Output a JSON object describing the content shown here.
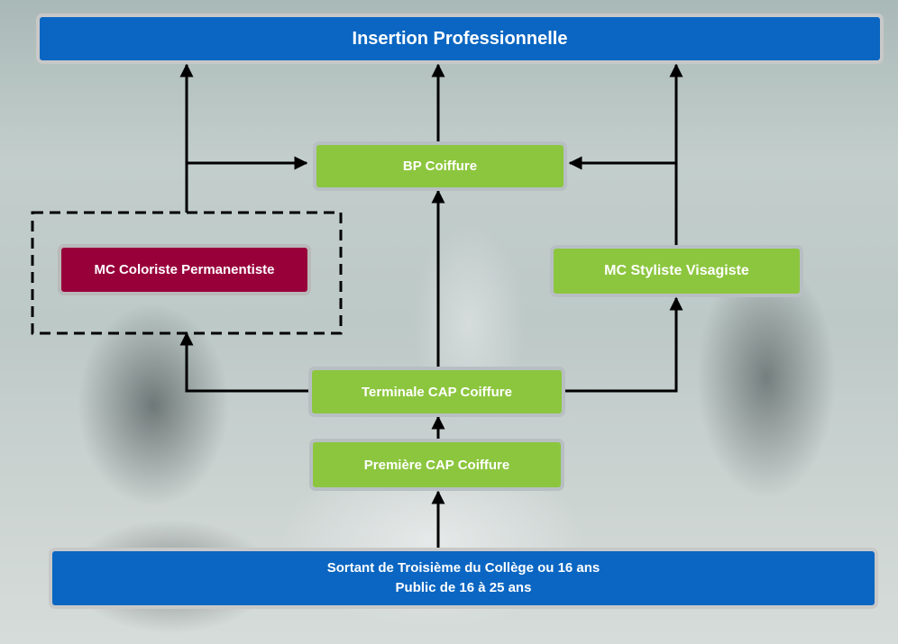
{
  "nodes": {
    "insertion": "Insertion Professionnelle",
    "bp_coiffure": "BP Coiffure",
    "mc_coloriste": "MC Coloriste Permanentiste",
    "mc_styliste": "MC Styliste Visagiste",
    "terminale_cap": "Terminale CAP Coiffure",
    "premiere_cap": "Première CAP Coiffure",
    "entry_line1": "Sortant de Troisième du Collège ou 16 ans",
    "entry_line2": "Public de 16 à 25 ans"
  },
  "edges": [
    {
      "from": "entry",
      "to": "premiere_cap"
    },
    {
      "from": "premiere_cap",
      "to": "terminale_cap"
    },
    {
      "from": "terminale_cap",
      "to": "bp_coiffure"
    },
    {
      "from": "terminale_cap",
      "to": "mc_coloriste"
    },
    {
      "from": "terminale_cap",
      "to": "mc_styliste"
    },
    {
      "from": "bp_coiffure",
      "to": "insertion"
    },
    {
      "from": "mc_coloriste",
      "to": "insertion"
    },
    {
      "from": "mc_coloriste",
      "to": "bp_coiffure"
    },
    {
      "from": "mc_styliste",
      "to": "insertion"
    },
    {
      "from": "mc_styliste",
      "to": "bp_coiffure"
    }
  ],
  "colors": {
    "blue": "#0a66c2",
    "green": "#8cc63e",
    "crimson": "#98003a",
    "arrow": "#000000"
  }
}
